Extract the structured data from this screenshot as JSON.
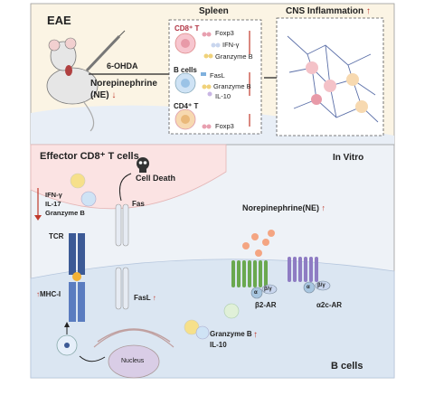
{
  "top_panel": {
    "eae_label": "EAE",
    "drug_label": "6-OHDA",
    "ne_label_line1": "Norepinephrine",
    "ne_label_line2": "(NE)",
    "spleen_title": "Spleen",
    "cns_title": "CNS Inflammation",
    "cd8_label": "CD8⁺ T",
    "cd8_markers": [
      "Foxp3",
      "IFN-γ",
      "Granzyme B"
    ],
    "bcell_label": "B cells",
    "bcell_markers": [
      "FasL",
      "Granzyme B",
      "IL-10"
    ],
    "cd4_label": "CD4⁺ T",
    "cd4_markers": [
      "Foxp3"
    ]
  },
  "bottom_panel": {
    "effector_title": "Effector CD8⁺ T cells",
    "in_vitro": "In Vitro",
    "cytokines": [
      "IFN-γ",
      "IL-17",
      "Granzyme B"
    ],
    "cell_death": "Cell Death",
    "fas": "Fas",
    "tcr": "TCR",
    "mhc": "MHC-I",
    "fasl": "FasL",
    "ne_label": "Norepinephrine(NE)",
    "beta2": "β2-AR",
    "alpha2c": "α2c-AR",
    "alpha": "α",
    "betagamma": "β/γ",
    "secreted_line1": "Granzyme B",
    "secreted_line2": "IL-10",
    "nucleus": "Nucleus",
    "bcells_title": "B cells"
  },
  "colors": {
    "top_bg": "#fbf4e4",
    "bottom_bg": "#eef2f7",
    "accent_red": "#c0392b",
    "receptor_green": "#6aa84f",
    "receptor_purple": "#8e7cc3",
    "ne_orange": "#f4a582",
    "border": "#999999"
  }
}
